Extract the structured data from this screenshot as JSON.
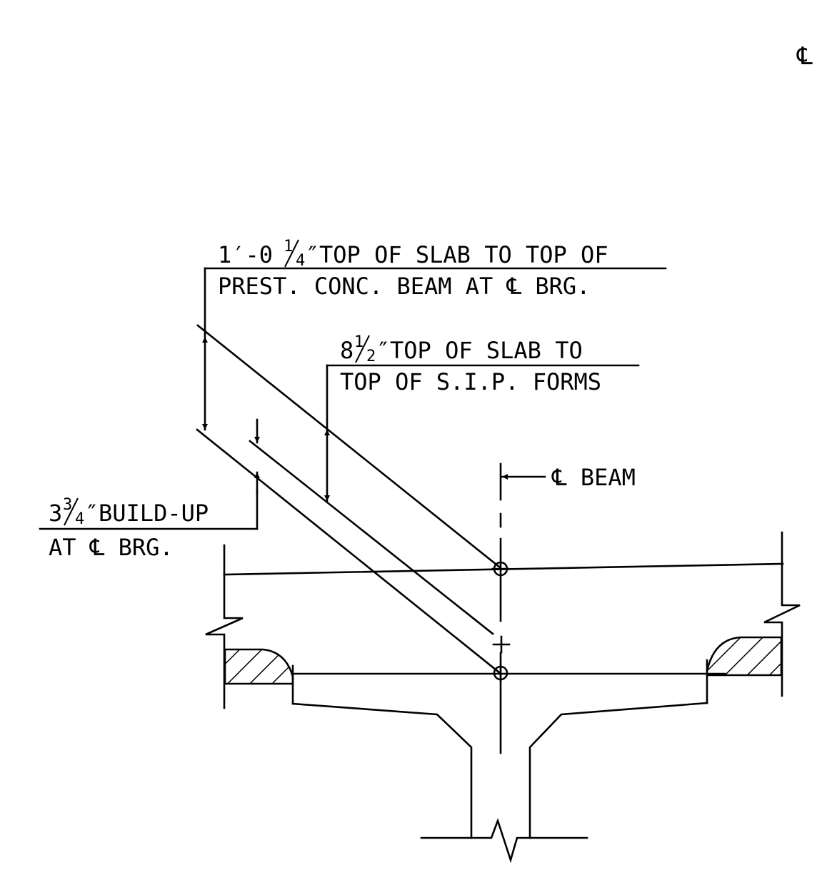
{
  "corner_symbol": "℄",
  "note_slab_to_beam": {
    "whole": "1′-0",
    "frac_num": "1",
    "frac_den": "4",
    "inch_mark": "″",
    "line1_rest": "TOP OF SLAB TO TOP OF",
    "line2": "PREST. CONC. BEAM AT ℄ BRG."
  },
  "note_slab_to_forms": {
    "whole": "8",
    "frac_num": "1",
    "frac_den": "2",
    "inch_mark": "″",
    "line1_rest": "TOP OF SLAB TO",
    "line2": "TOP OF S.I.P. FORMS"
  },
  "note_buildup": {
    "whole": "3",
    "frac_num": "3",
    "frac_den": "4",
    "inch_mark": "″",
    "line1_rest": "BUILD-UP",
    "line2": "AT ℄ BRG."
  },
  "beam_centerline_label": "℄ BEAM",
  "colors": {
    "line": "#000000",
    "background": "#ffffff"
  }
}
